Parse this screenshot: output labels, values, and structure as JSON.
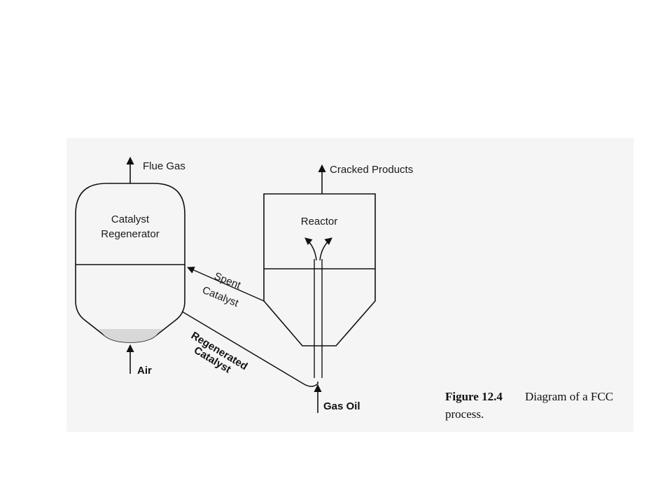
{
  "diagram": {
    "labels": {
      "flue_gas": "Flue Gas",
      "cracked_products": "Cracked Products",
      "regenerator_line1": "Catalyst",
      "regenerator_line2": "Regenerator",
      "reactor": "Reactor",
      "spent_line1": "Spent",
      "spent_line2": "Catalyst",
      "regen_line1": "Regenerated",
      "regen_line2": "Catalyst",
      "air": "Air",
      "gas_oil": "Gas Oil"
    },
    "caption": {
      "number": "Figure 12.4",
      "text_line1": "Diagram of a FCC",
      "text_line2": "process."
    }
  }
}
